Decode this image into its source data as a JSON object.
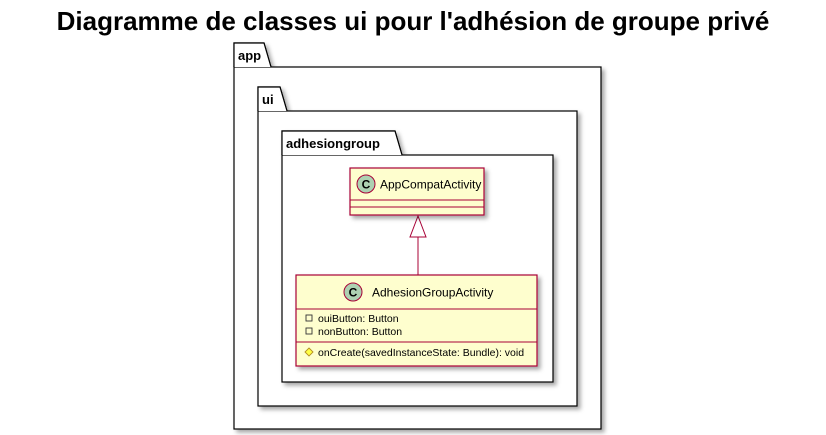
{
  "title": "Diagramme de classes ui pour l'adhésion de groupe privé",
  "packages": [
    {
      "name": "app"
    },
    {
      "name": "ui"
    },
    {
      "name": "adhesiongroup"
    }
  ],
  "classes": [
    {
      "stereotype_letter": "C",
      "name": "AppCompatActivity",
      "attributes": [],
      "methods": []
    },
    {
      "stereotype_letter": "C",
      "name": "AdhesionGroupActivity",
      "attributes": [
        {
          "visibility": "private",
          "text": "ouiButton: Button"
        },
        {
          "visibility": "private",
          "text": "nonButton: Button"
        }
      ],
      "methods": [
        {
          "visibility": "protected",
          "text": "onCreate(savedInstanceState: Bundle): void"
        }
      ]
    }
  ],
  "relations": [
    {
      "type": "inheritance",
      "from": "AdhesionGroupActivity",
      "to": "AppCompatActivity"
    }
  ],
  "colors": {
    "class_fill": "#FEFECE",
    "class_border": "#A80036",
    "circle_fill": "#ADD1B2",
    "package_border": "#000000",
    "protected_fill": "#FFFF44",
    "protected_border": "#B38D22"
  }
}
